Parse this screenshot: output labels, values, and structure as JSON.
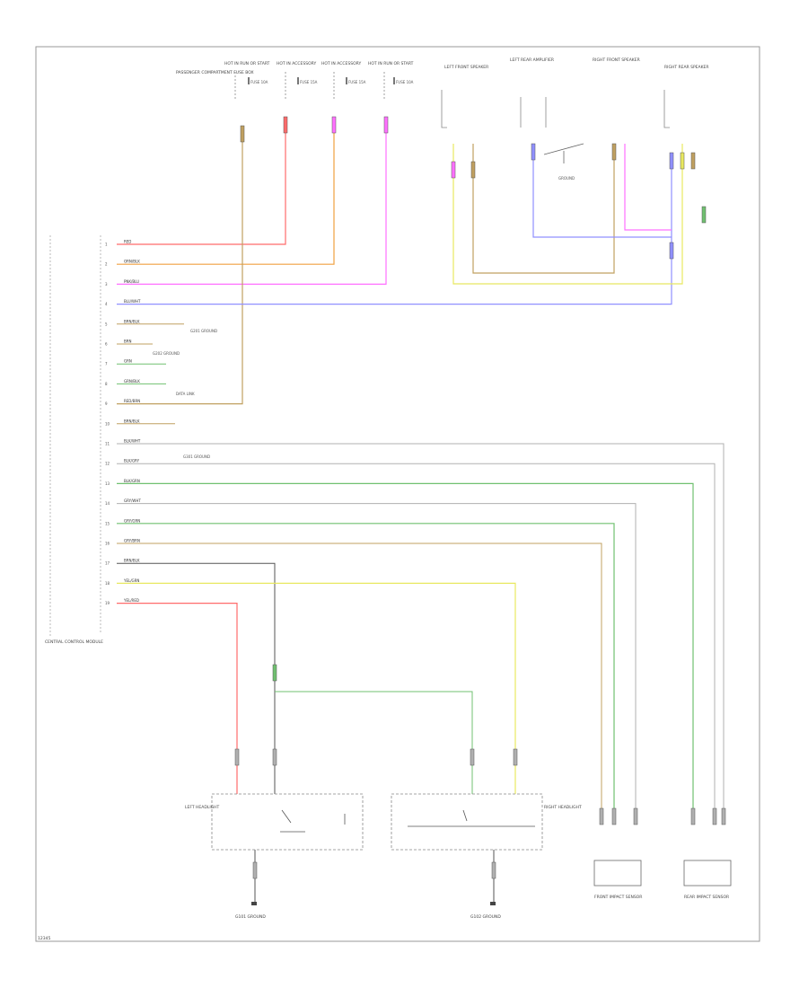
{
  "diagram": {
    "footer_code": "12345",
    "connectors_top": [
      {
        "label": "HOT IN RUN OR START",
        "fuse": "FUSE 10A"
      },
      {
        "label": "HOT IN ACCESSORY",
        "fuse": "FUSE 15A"
      },
      {
        "label": "HOT IN ACCESSORY",
        "fuse": "FUSE 15A"
      },
      {
        "label": "HOT IN RUN OR START",
        "fuse": "FUSE 10A"
      }
    ],
    "top_left_label": "PASSENGER COMPARTMENT FUSE BOX",
    "top_right_components": [
      "LEFT FRONT SPEAKER",
      "LEFT REAR AMPLIFIER",
      "RIGHT FRONT SPEAKER",
      "RIGHT REAR SPEAKER"
    ],
    "ground_label": "GROUND",
    "module_label": "CENTRAL CONTROL MODULE",
    "module_pins": [
      {
        "num": "1",
        "color": "RED"
      },
      {
        "num": "2",
        "color": "ORN/BLK"
      },
      {
        "num": "3",
        "color": "PNK/BLU"
      },
      {
        "num": "4",
        "color": "BLU/WHT"
      },
      {
        "num": "5",
        "color": "BRN/BLK"
      },
      {
        "num": "6",
        "color": "BRN"
      },
      {
        "num": "7",
        "color": "GRN"
      },
      {
        "num": "8",
        "color": "GRN/BLK"
      },
      {
        "num": "9",
        "color": "RED/BRN"
      },
      {
        "num": "10",
        "color": "BRN/BLK"
      },
      {
        "num": "11",
        "color": "BLK/WHT"
      },
      {
        "num": "12",
        "color": "BLK/GRY"
      },
      {
        "num": "13",
        "color": "BLK/GRN"
      },
      {
        "num": "14",
        "color": "GRY/WHT"
      },
      {
        "num": "15",
        "color": "GRY/GRN"
      },
      {
        "num": "16",
        "color": "GRY/BRN"
      },
      {
        "num": "17",
        "color": "BRN/BLK"
      },
      {
        "num": "18",
        "color": "YEL/GRN"
      },
      {
        "num": "19",
        "color": "YEL/RED"
      }
    ],
    "side_notes": [
      "G201 GROUND",
      "G202 GROUND",
      "DATA LINK",
      "G301 GROUND"
    ],
    "bottom_components": [
      {
        "label": "LEFT HEADLIGHT",
        "ground": "G101 GROUND"
      },
      {
        "label": "RIGHT HEADLIGHT",
        "ground": "G102 GROUND"
      }
    ],
    "sensors": [
      "FRONT IMPACT SENSOR",
      "REAR IMPACT SENSOR"
    ]
  },
  "colors": {
    "frame": "#888888",
    "red": "#ff6b6b",
    "orange": "#f0a040",
    "pink": "#ff70ff",
    "blue": "#9090ff",
    "green": "#70c070",
    "yellow": "#e8e860",
    "brown": "#c0a060",
    "gray": "#b0b0b0",
    "black": "#555555"
  }
}
